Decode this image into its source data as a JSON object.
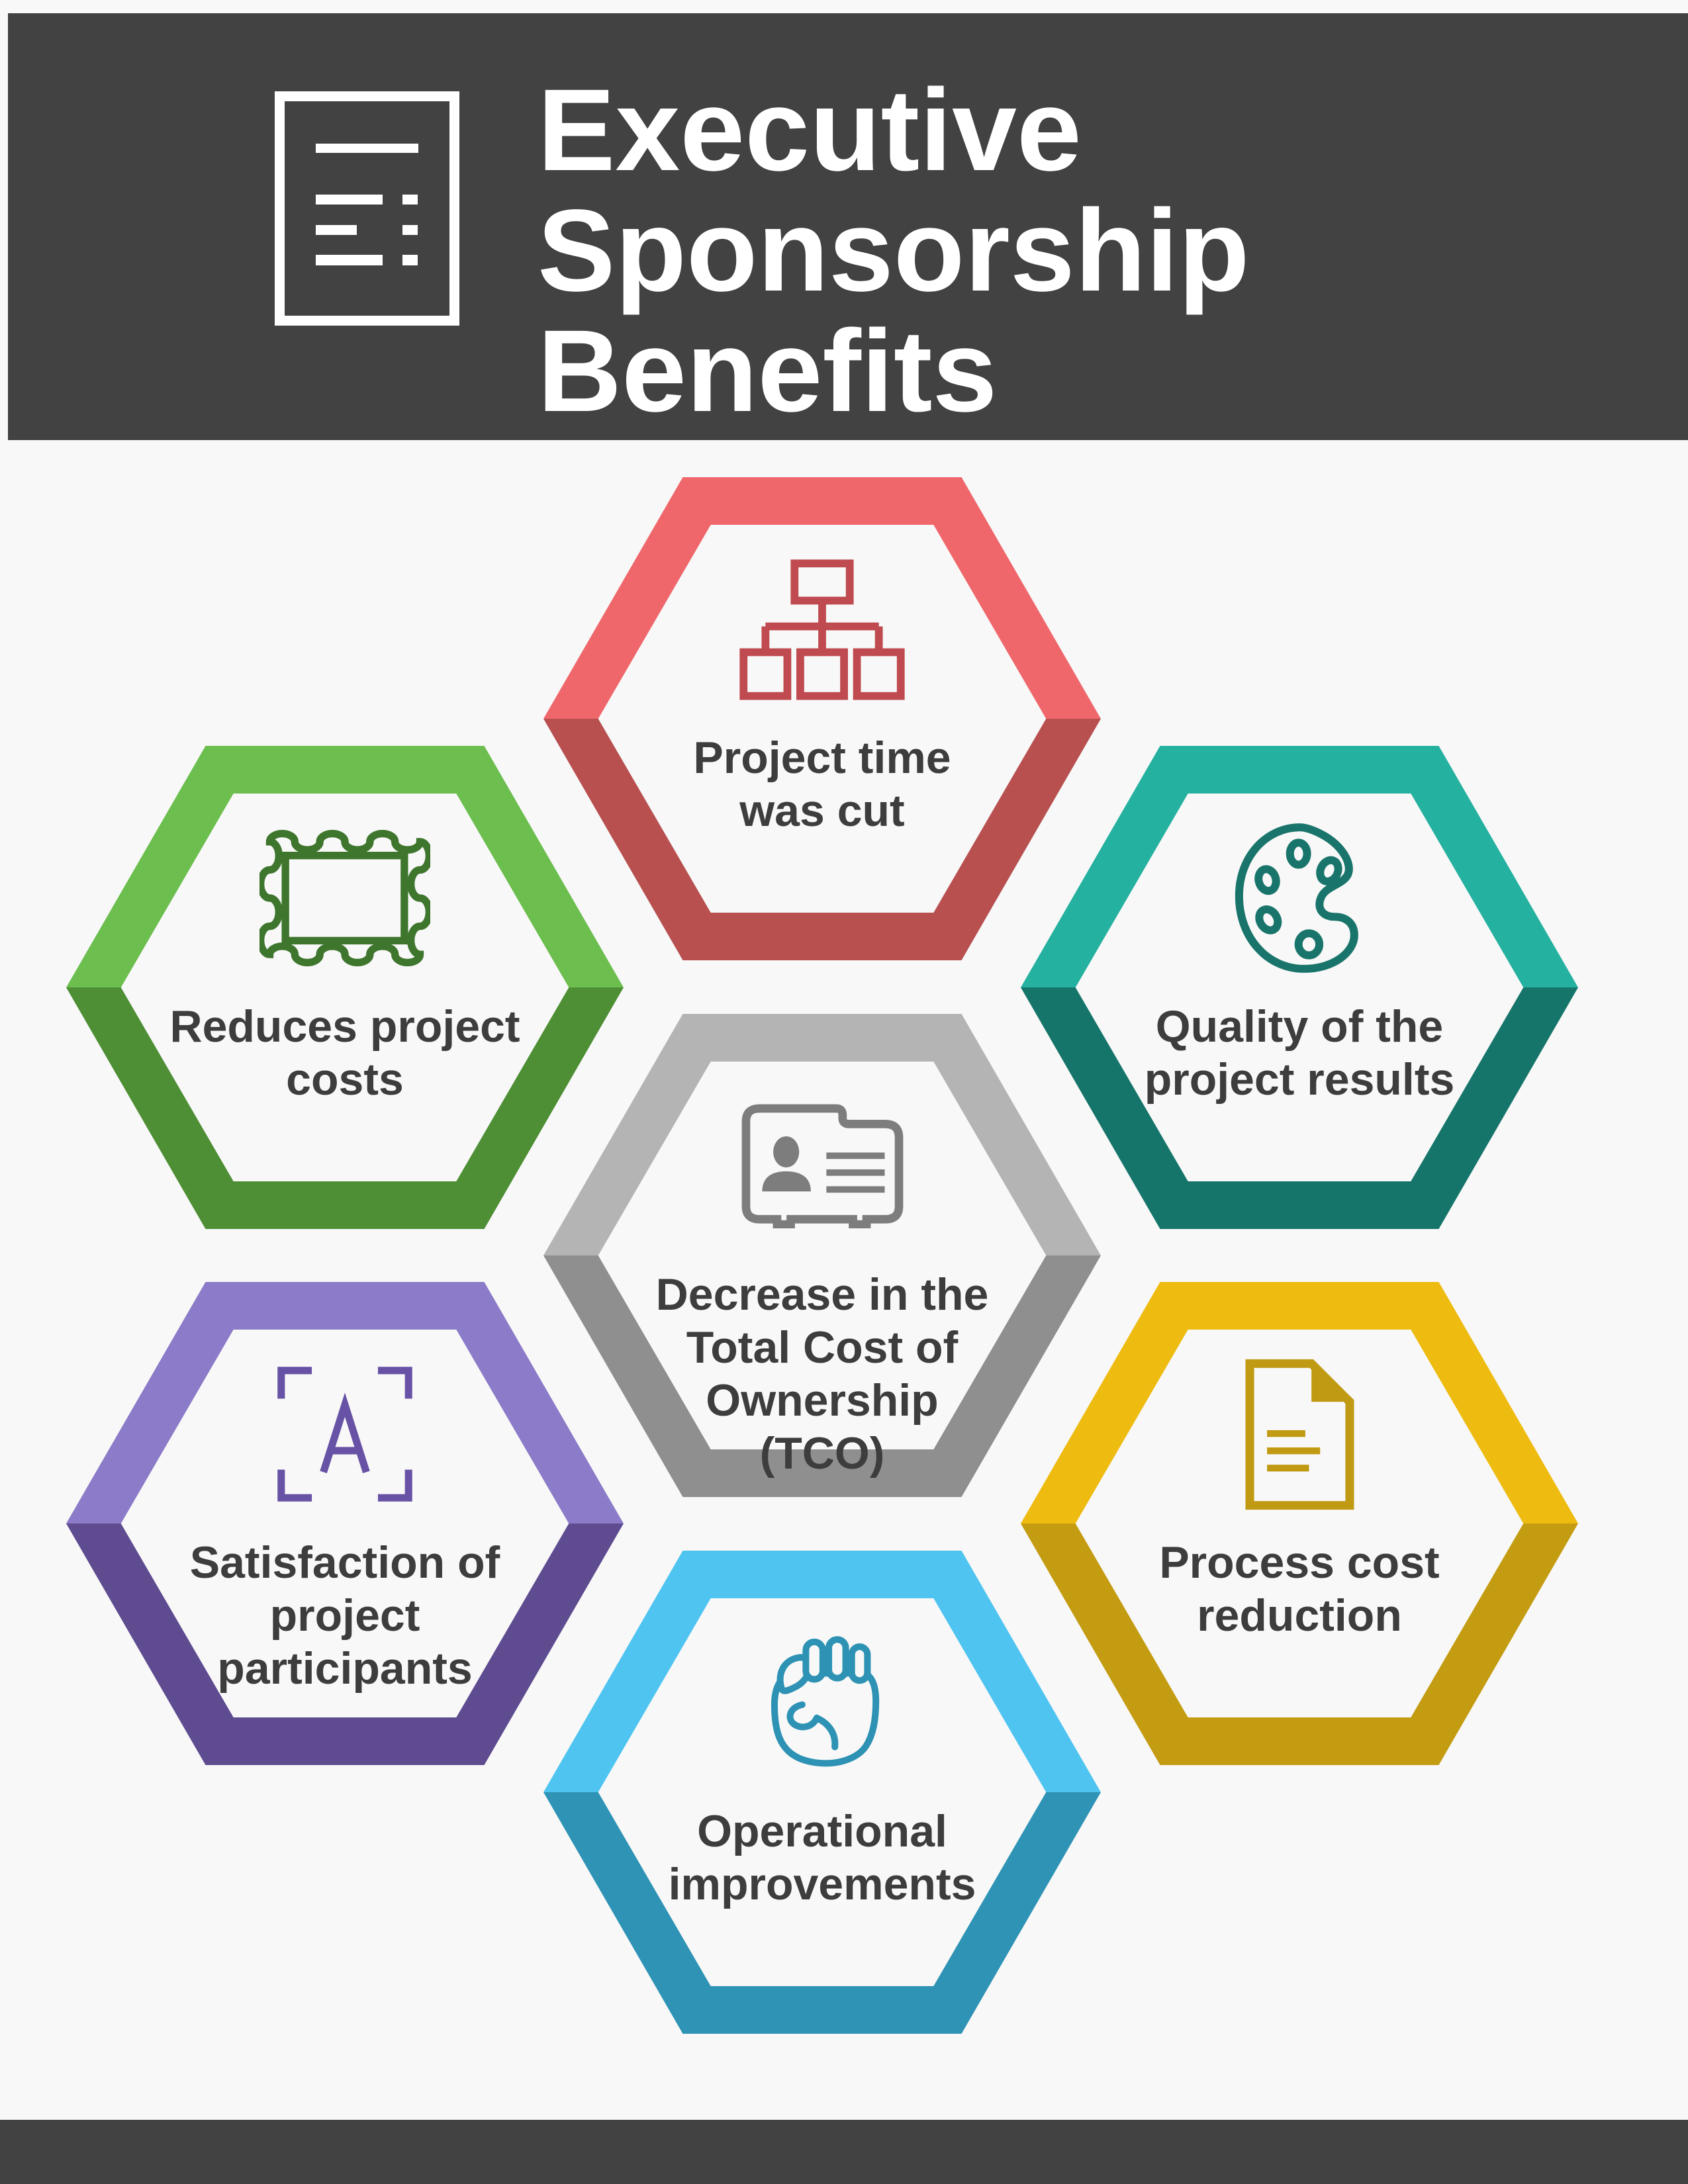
{
  "page": {
    "background_color": "#f8f8f8",
    "bar_color": "#424242",
    "label_color": "#3d3d3d"
  },
  "header": {
    "title_lines": "Executive\nSponsorship\nBenefits",
    "title_color": "#ffffff",
    "icon": "document-icon"
  },
  "hexagons": [
    {
      "id": "project-time",
      "label": "Project time\nwas cut",
      "icon": "org-chart-icon",
      "color_light": "#ef676b",
      "color_dark": "#b85050",
      "icon_color": "#bf4a4f"
    },
    {
      "id": "reduces-project-costs",
      "label": "Reduces project\ncosts",
      "icon": "picture-frame-icon",
      "color_light": "#6cbe4e",
      "color_dark": "#4e8f35",
      "icon_color": "#3e762d"
    },
    {
      "id": "quality-of-results",
      "label": "Quality of the\nproject results",
      "icon": "palette-icon",
      "color_light": "#25b1a0",
      "color_dark": "#16756a",
      "icon_color": "#19756b"
    },
    {
      "id": "decrease-tco",
      "label": "Decrease in the\nTotal Cost of\nOwnership\n(TCO)",
      "icon": "id-card-icon",
      "color_light": "#b4b4b4",
      "color_dark": "#8f8f8f",
      "icon_color": "#7d7d7d"
    },
    {
      "id": "satisfaction-of-participants",
      "label": "Satisfaction of\nproject\nparticipants",
      "icon": "letter-a-brackets-icon",
      "color_light": "#8c7bc8",
      "color_dark": "#5e4b90",
      "icon_color": "#6852a5"
    },
    {
      "id": "process-cost-reduction",
      "label": "Process cost\nreduction",
      "icon": "document-fold-icon",
      "color_light": "#eebb10",
      "color_dark": "#c49c12",
      "icon_color": "#c09a12"
    },
    {
      "id": "operational-improvements",
      "label": "Operational\nimprovements",
      "icon": "fist-icon",
      "color_light": "#4fc4f1",
      "color_dark": "#2e93b5",
      "icon_color": "#2d92b3"
    }
  ]
}
